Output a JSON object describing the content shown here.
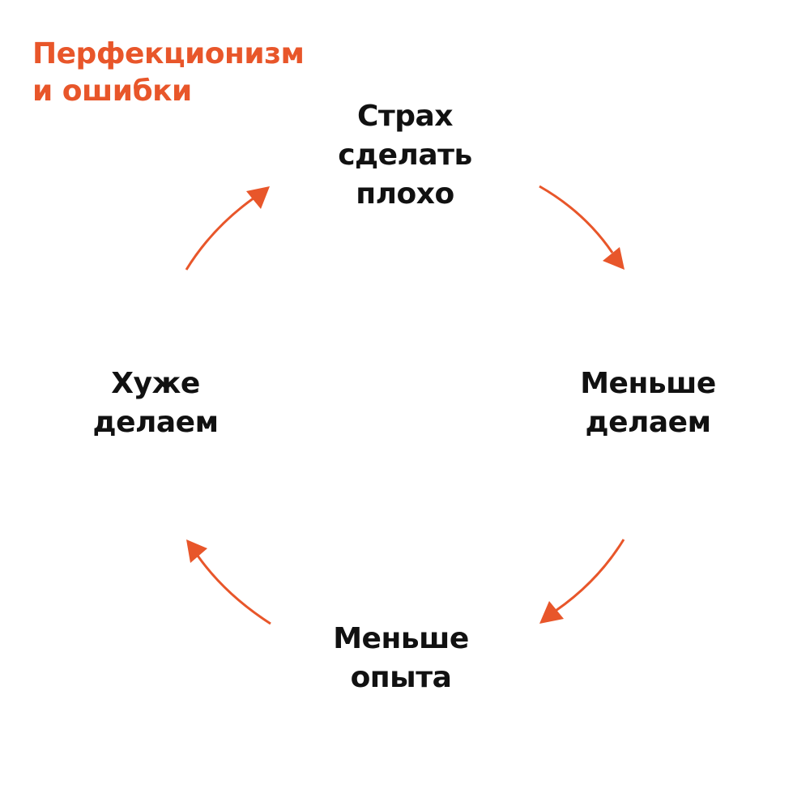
{
  "title": {
    "line1": "Перфекционизм",
    "line2": "и ошибки"
  },
  "nodes": {
    "top": {
      "line1": "Страх",
      "line2": "сделать",
      "line3": "плохо"
    },
    "right": {
      "line1": "Меньше",
      "line2": "делаем"
    },
    "bottom": {
      "line1": "Меньше",
      "line2": "опыта"
    },
    "left": {
      "line1": "Хуже",
      "line2": "делаем"
    }
  },
  "colors": {
    "accent": "#E8562A",
    "text": "#111111"
  },
  "icons": {
    "arrows": [
      "arrow-top-right-icon",
      "arrow-bottom-right-icon",
      "arrow-bottom-left-icon",
      "arrow-top-left-icon"
    ]
  }
}
